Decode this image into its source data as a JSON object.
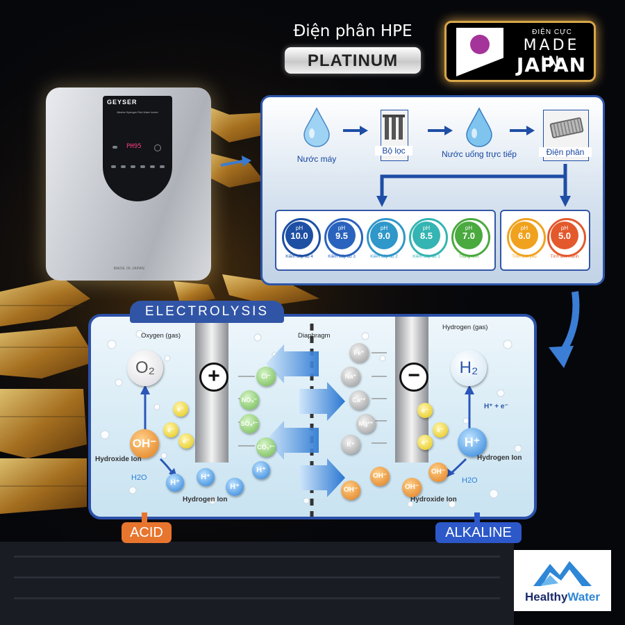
{
  "header": {
    "title": "Điện phân HPE",
    "badge": "PLATINUM"
  },
  "japan_badge": {
    "top_line": "ĐIỆN CỰC",
    "made": "MADE IN",
    "country": "JAPAN"
  },
  "device": {
    "brand": "GEYSER",
    "subtitle": "Alkaline Hydrogen Rich Water Ionizer",
    "display": "PH95",
    "footer": "MADE IN JAPAN"
  },
  "flow": {
    "steps": [
      "Nước máy",
      "Bộ lọc",
      "Nước uống trực tiếp",
      "Điện phân"
    ],
    "alkaline": [
      {
        "ph": "10.0",
        "label": "Kiềm cấp độ 4",
        "color": "#1d4fa3"
      },
      {
        "ph": "9.5",
        "label": "Kiềm cấp độ 3",
        "color": "#2a63bd"
      },
      {
        "ph": "9.0",
        "label": "Kiềm cấp độ 2",
        "color": "#2f97c9"
      },
      {
        "ph": "8.5",
        "label": "Kiềm cấp độ 1",
        "color": "#34b4b2"
      },
      {
        "ph": "7.0",
        "label": "Trung tính",
        "color": "#4aa93f"
      }
    ],
    "acid": [
      {
        "ph": "6.0",
        "label": "Tính axit yếu",
        "color": "#f0a21e"
      },
      {
        "ph": "5.0",
        "label": "Tính axit mạnh",
        "color": "#e3592c"
      }
    ]
  },
  "electrolysis": {
    "title": "ELECTROLYSIS",
    "oxygen_label": "Oxygen (gas)",
    "hydrogen_label": "Hydrogen (gas)",
    "diaphragm_label": "Diaphragm",
    "hydroxide_left": "Hydroxide Ion",
    "hydrogen_ion_right": "Hydrogen Ion",
    "hydrogen_ion_bottom": "Hydrogen Ion",
    "hydroxide_bottom": "Hydroxide Ion",
    "h2o_left": "H2O",
    "h2o_right": "H2O",
    "anions": [
      "Cl⁻",
      "NO₃⁻",
      "SO₄²⁻",
      "CO₃²⁻"
    ],
    "cations": [
      "Fe⁺",
      "Na⁺",
      "Ca²⁺",
      "Mg²⁺",
      "K⁺"
    ],
    "electron": "e⁻",
    "o2": "O₂",
    "h2": "H₂",
    "oh": "OH⁻",
    "h_plus": "H⁺",
    "h_plus_e": "H⁺ + e⁻"
  },
  "outputs": {
    "acid": "ACID",
    "alkaline": "ALKALINE"
  },
  "logo": {
    "brand_part1": "Healthy",
    "brand_part2": "Water"
  },
  "colors": {
    "acid": "#e8752e",
    "alkaline": "#2c58c9",
    "panel_border": "#2c55a8",
    "gold_glow": "#d8a64a"
  }
}
